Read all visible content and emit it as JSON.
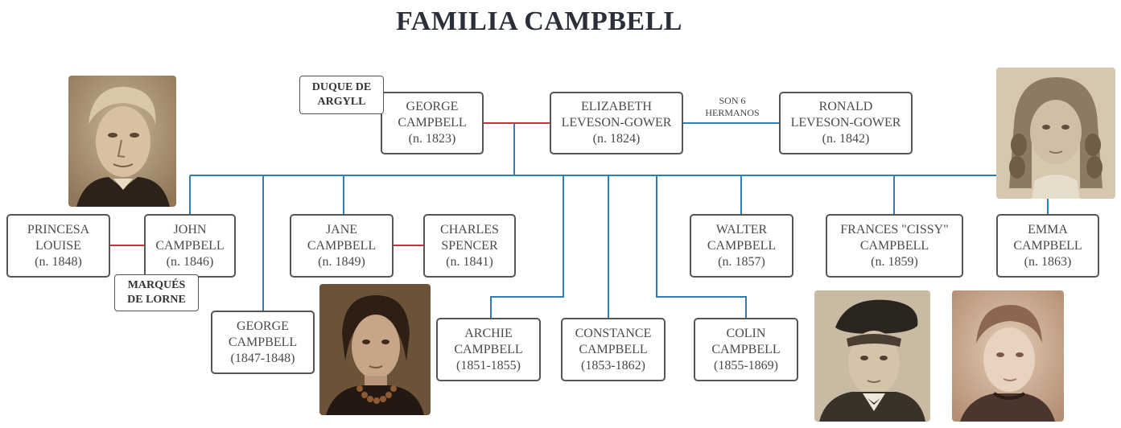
{
  "title": "FAMILIA CAMPBELL",
  "colors": {
    "spouse_line": "#c8323c",
    "descent_line": "#2f7db5"
  },
  "title_labels": {
    "duque": [
      "DUQUE DE",
      "ARGYLL"
    ],
    "marques": [
      "MARQUÉS",
      "DE LORNE"
    ]
  },
  "sibling_note": [
    "SON 6",
    "HERMANOS"
  ],
  "people": {
    "george_father": [
      "GEORGE",
      "CAMPBELL",
      "(n. 1823)"
    ],
    "elizabeth": [
      "ELIZABETH",
      "LEVESON-GOWER",
      "(n. 1824)"
    ],
    "ronald": [
      "RONALD",
      "LEVESON-GOWER",
      "(n. 1842)"
    ],
    "louise": [
      "PRINCESA",
      "LOUISE",
      "(n. 1848)"
    ],
    "john": [
      "JOHN",
      "CAMPBELL",
      "(n. 1846)"
    ],
    "jane": [
      "JANE",
      "CAMPBELL",
      "(n. 1849)"
    ],
    "charles": [
      "CHARLES",
      "SPENCER",
      "(n. 1841)"
    ],
    "walter": [
      "WALTER",
      "CAMPBELL",
      "(n. 1857)"
    ],
    "frances": [
      "FRANCES \"CISSY\"",
      "CAMPBELL",
      "(n. 1859)"
    ],
    "emma": [
      "EMMA",
      "CAMPBELL",
      "(n. 1863)"
    ],
    "george_son": [
      "GEORGE",
      "CAMPBELL",
      "(1847-1848)"
    ],
    "archie": [
      "ARCHIE",
      "CAMPBELL",
      "(1851-1855)"
    ],
    "constance": [
      "CONSTANCE",
      "CAMPBELL",
      "(1853-1862)"
    ],
    "colin": [
      "COLIN",
      "CAMPBELL",
      "(1855-1869)"
    ]
  },
  "photos": {
    "john": "portrait-photo-young-man",
    "jane": "portrait-photo-woman-necklace",
    "emma": "portrait-photo-girl-curls",
    "walter": "portrait-photo-young-man-cap",
    "frances": "portrait-photo-young-woman"
  }
}
